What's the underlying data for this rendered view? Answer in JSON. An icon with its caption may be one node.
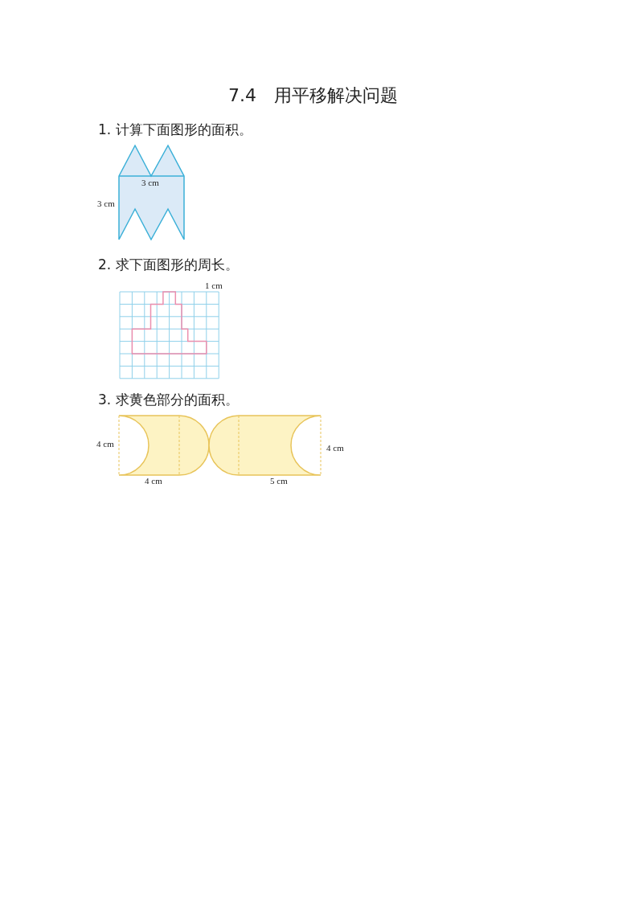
{
  "diagram": {
    "title": "7.4　用平移解决问题",
    "labels": [
      "1. 计算下面图形的面积。",
      "3 cm",
      "3 cm",
      "2. 求下面图形的周长。",
      "1 cm",
      "3.  求黄色部分的面积。",
      "4 cm",
      "4 cm",
      "4 cm",
      "5 cm"
    ]
  }
}
